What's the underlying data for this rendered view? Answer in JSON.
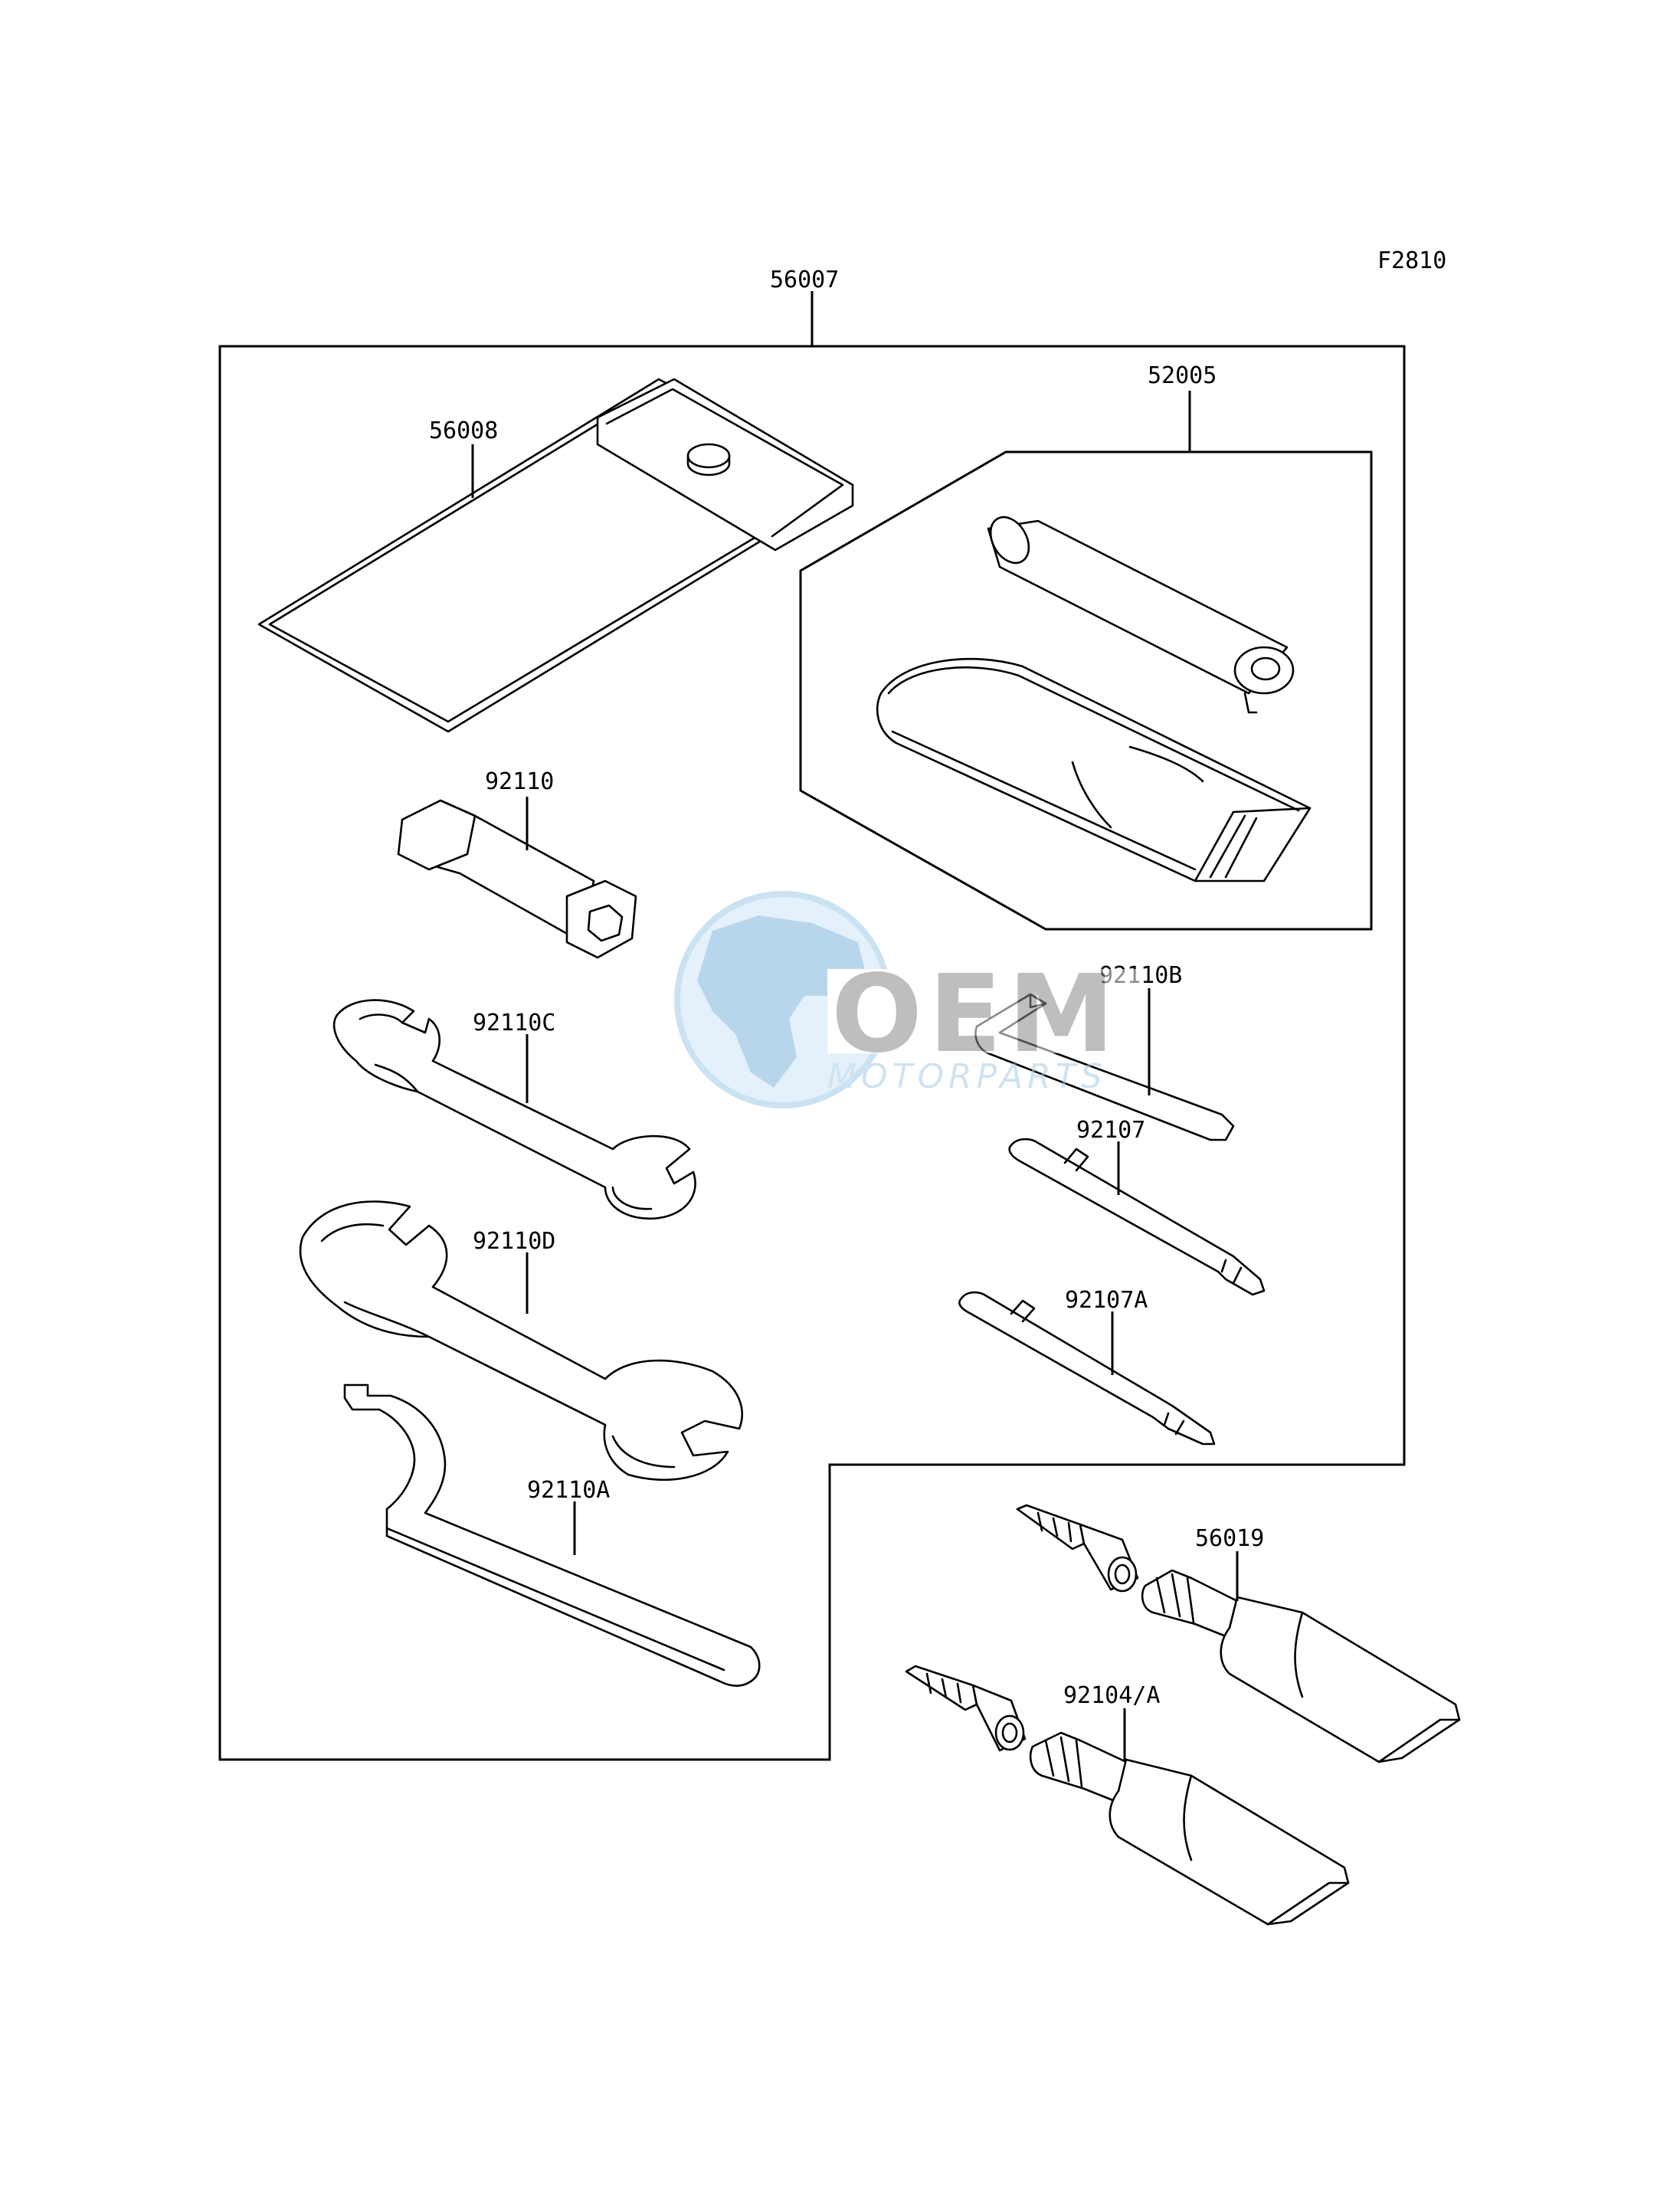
{
  "diagram_code": "F2810",
  "part_numbers": {
    "kit": "56007",
    "tool_bag": "56008",
    "oiler_set": "52005",
    "spark_plug_wrench": "92110",
    "wrench_c": "92110C",
    "wrench_d": "92110D",
    "spanner_a": "92110A",
    "hex_wrench_b": "92110B",
    "screwdriver": "92107",
    "screwdriver_a": "92107A",
    "tube_56019": "56019",
    "tube_92104": "92104/A"
  },
  "watermark": {
    "logo_text": "OEM",
    "sub_text": "MOTORPARTS"
  }
}
